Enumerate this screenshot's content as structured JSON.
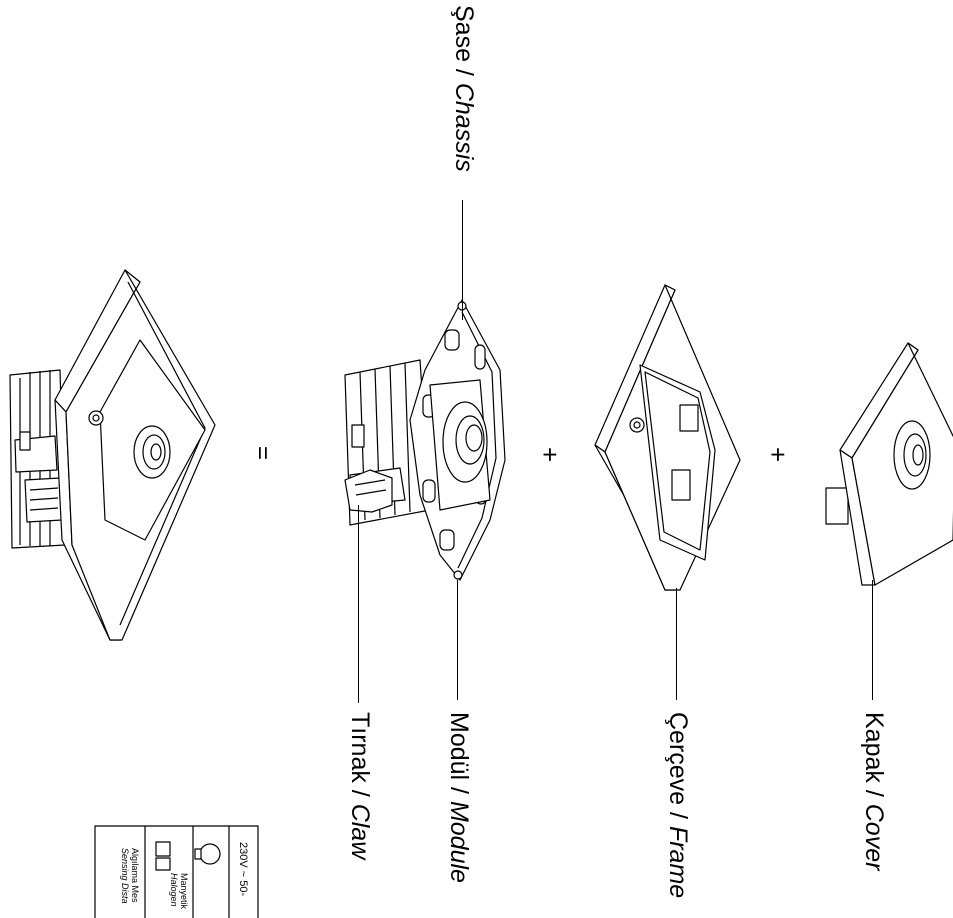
{
  "labels": {
    "chassis": {
      "tr": "Şase",
      "sep": " / ",
      "en": "Chassis"
    },
    "claw": {
      "tr": "Tırnak",
      "sep": " / ",
      "en": "Claw"
    },
    "module": {
      "tr": "Modül",
      "sep": " / ",
      "en": "Module"
    },
    "frame": {
      "tr": "Çerçeve",
      "sep": " / ",
      "en": "Frame"
    },
    "cover": {
      "tr": "Kapak",
      "sep": " / ",
      "en": "Cover"
    }
  },
  "operators": {
    "equals": "=",
    "plus1": "+",
    "plus2": "+"
  },
  "ratings": {
    "voltage": "230V ~ 50-",
    "load_tr": "Manyetik",
    "load_en": "Halogen",
    "distance_tr": "Algılama Mes",
    "distance_en": "Sensing Dista"
  }
}
